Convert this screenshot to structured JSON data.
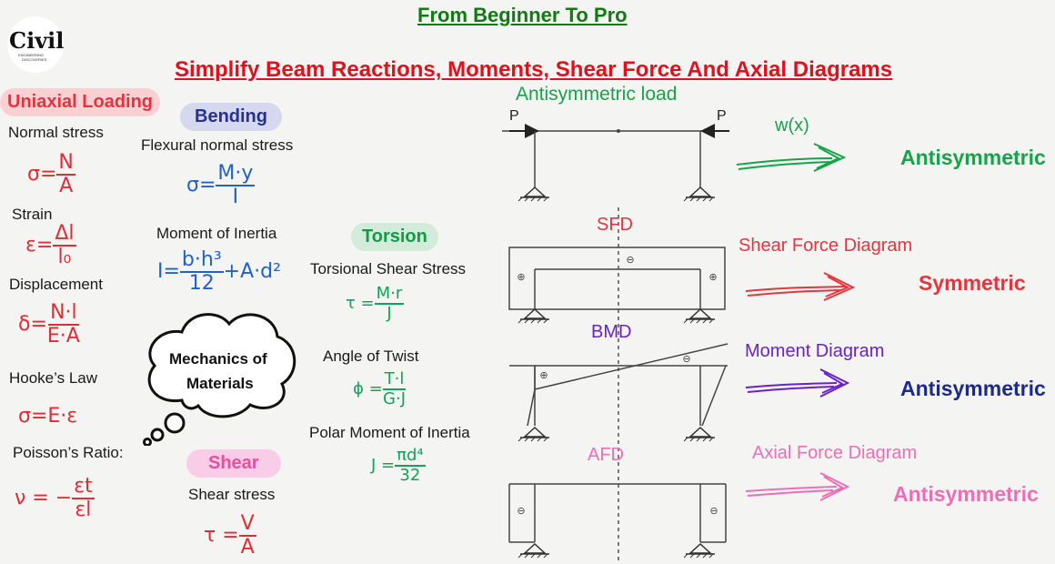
{
  "header": {
    "title": "From Beginner To Pro",
    "subtitle": "Simplify Beam Reactions, Moments, Shear Force And Axial Diagrams"
  },
  "logo": {
    "text": "Civil",
    "small_text_1": "ENGINEERING",
    "small_text_2": "DISCOVERIES"
  },
  "uniaxial": {
    "pill": "Uniaxial Loading",
    "items": [
      {
        "label": "Normal stress",
        "lhs": "σ=",
        "num": "N",
        "den": "A"
      },
      {
        "label": "Strain",
        "lhs": "ε=",
        "num": "Δl",
        "den": "l₀"
      },
      {
        "label": "Displacement",
        "lhs": "δ=",
        "num": "N·l",
        "den": "E·A"
      },
      {
        "label": "Hooke’s Law",
        "formula": "σ=E·ε"
      },
      {
        "label": "Poisson’s Ratio:",
        "lhs": "ν = −",
        "num": "εt",
        "den": "εl"
      }
    ]
  },
  "bending": {
    "pill": "Bending",
    "items": [
      {
        "label": "Flexural normal stress",
        "lhs": "σ=",
        "num": "M·y",
        "den": "I"
      },
      {
        "label": "Moment of Inertia",
        "lhs": "I=",
        "num": "b·h³",
        "den": "12",
        "rhs": "+A·d²"
      }
    ]
  },
  "torsion": {
    "pill": "Torsion",
    "items": [
      {
        "label": "Torsional Shear Stress",
        "lhs": "τ =",
        "num": "M·r",
        "den": "J"
      },
      {
        "label": "Angle of Twist",
        "lhs": "ϕ =",
        "num": "T·l",
        "den": "G·J"
      },
      {
        "label": "Polar Moment of Inertia",
        "lhs": "J =",
        "num": "πd⁴",
        "den": "32"
      }
    ]
  },
  "shear": {
    "pill": "Shear",
    "items": [
      {
        "label": "Shear stress",
        "lhs": "τ =",
        "num": "V",
        "den": "A"
      }
    ]
  },
  "cloud": {
    "line1": "Mechanics of",
    "line2": "Materials"
  },
  "diagrams": {
    "load": {
      "title": "Antisymmetric load",
      "p_left": "P",
      "p_right": "P",
      "arrow_label": "w(x)",
      "result": "Antisymmetric",
      "color": "#16a34a",
      "result_color": "#16a34a"
    },
    "sfd": {
      "title": "SFD",
      "arrow_label": "Shear Force Diagram",
      "result": "Symmetric",
      "color": "#e5353f",
      "result_color": "#e5353f",
      "signs": [
        "⊕",
        "⊖",
        "⊕"
      ]
    },
    "bmd": {
      "title": "BMD",
      "arrow_label": "Moment Diagram",
      "result": "Antisymmetric",
      "color": "#6b21c8",
      "result_color": "#1e2a8a",
      "signs": [
        "⊕",
        "⊖"
      ]
    },
    "afd": {
      "title": "AFD",
      "arrow_label": "Axial Force Diagram",
      "result": "Antisymmetric",
      "color": "#ec6fb6",
      "result_color": "#ec6fb6",
      "signs": [
        "⊖",
        "⊖"
      ]
    }
  },
  "colors": {
    "green_title": "#127a12",
    "red_title": "#e0101e",
    "formula_red": "#e02c35",
    "formula_blue": "#1f62c8",
    "formula_green": "#10a35a"
  }
}
